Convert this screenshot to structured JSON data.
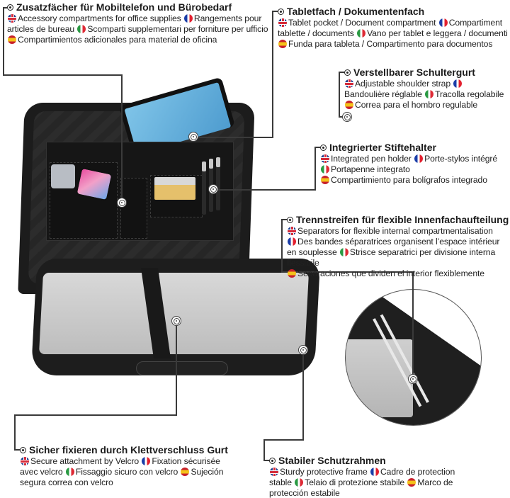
{
  "features": [
    {
      "id": "accessory-compartments",
      "title": "Zusatzfächer für Mobiltelefon und Bürobedarf",
      "translations": {
        "en": "Accessory compartments for office supplies",
        "fr": "Rangements pour articles de bureau",
        "it": "Scomparti supplementari per forniture per ufficio",
        "es": "Compartimientos adicionales para material de oficina"
      }
    },
    {
      "id": "tablet-pocket",
      "title": "Tabletfach / Dokumentenfach",
      "translations": {
        "en": "Tablet pocket / Document compartment",
        "fr": "Compartiment tablette / documents",
        "it": "Vano per tablet e leggera / documenti",
        "es": "Funda para tableta / Compartimento para documentos"
      }
    },
    {
      "id": "shoulder-strap",
      "title": "Verstellbarer Schultergurt",
      "translations": {
        "en": "Adjustable shoulder strap",
        "fr": "Bandoulière réglable",
        "it": "Tracolla regolabile",
        "es": "Correa para el hombro regulable"
      }
    },
    {
      "id": "pen-holder",
      "title": "Integrierter Stiftehalter",
      "translations": {
        "en": "Integrated pen holder",
        "fr": "Porte-stylos intégré",
        "it": "Portapenne integrato",
        "es": "Compartimiento para bolígrafos integrado"
      }
    },
    {
      "id": "separators",
      "title": "Trennstreifen für flexible Innenfachaufteilung",
      "translations": {
        "en": "Separators for flexible internal compartmentalisation",
        "fr": "Des bandes séparatrices organisent l’espace intérieur en souplesse",
        "it": "Strisce separatrici per divisione interna flessibile",
        "es": "Separaciones que dividen el interior flexiblemente"
      }
    },
    {
      "id": "velcro-strap",
      "title": "Sicher fixieren durch Klettverschluss Gurt",
      "translations": {
        "en": "Secure attachment by Velcro",
        "fr": "Fixation sécurisée avec velcro",
        "it": "Fissaggio sicuro con velcro",
        "es": "Sujeción segura correa con velcro"
      }
    },
    {
      "id": "protective-frame",
      "title": "Stabiler Schutzrahmen",
      "translations": {
        "en": "Sturdy protective frame",
        "fr": "Cadre de protection stable",
        "it": "Telaio di protezione stabile",
        "es": "Marco de protección estabile"
      }
    }
  ],
  "flags": {
    "en": "uk-flag-icon",
    "fr": "france-flag-icon",
    "it": "italy-flag-icon",
    "es": "spain-flag-icon"
  },
  "colors": {
    "line": "#3a3a3a",
    "bag": "#1c1c1c",
    "laptop": "#c8c8c8",
    "text": "#222222"
  }
}
